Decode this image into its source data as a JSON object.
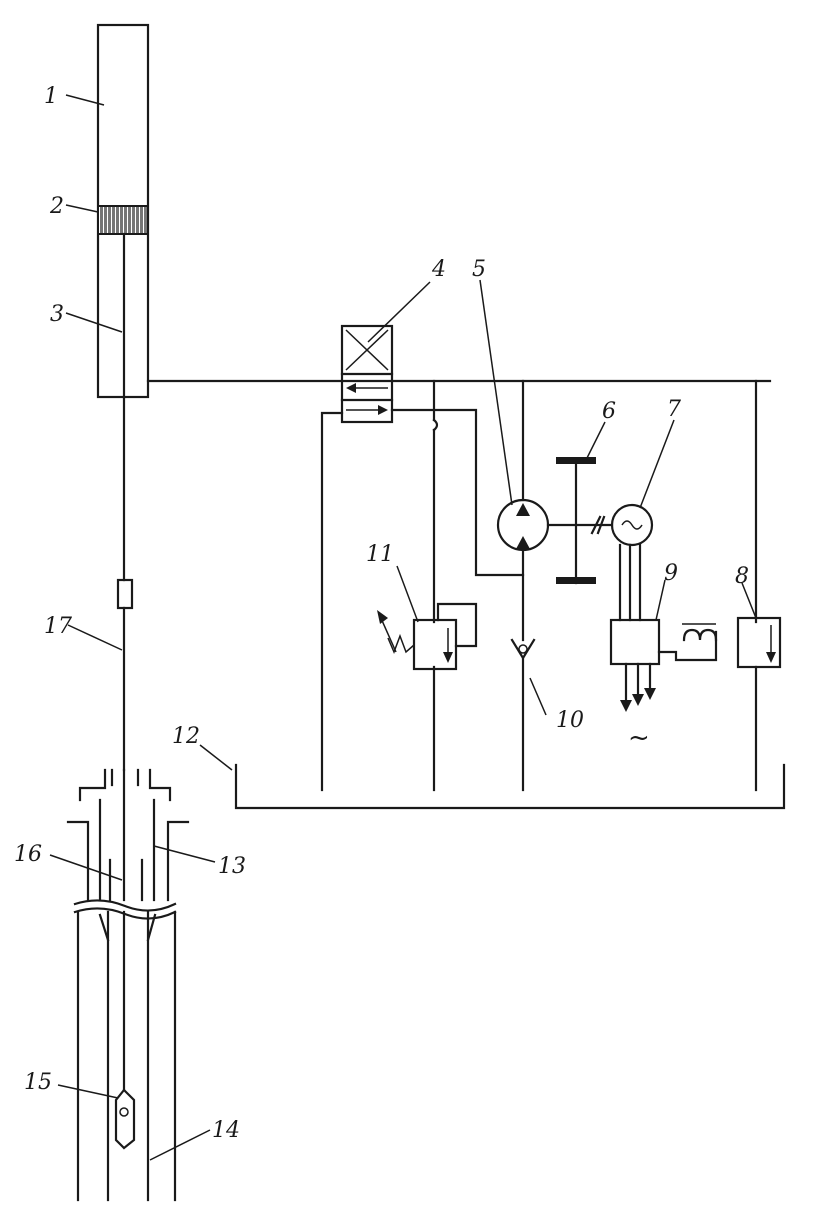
{
  "labels": {
    "l1": "1",
    "l2": "2",
    "l3": "3",
    "l4": "4",
    "l5": "5",
    "l6": "6",
    "l7": "7",
    "l8": "8",
    "l9": "9",
    "l10": "10",
    "l11": "11",
    "l12": "12",
    "l13": "13",
    "l14": "14",
    "l15": "15",
    "l16": "16",
    "l17": "17"
  },
  "symbols": {
    "ac_output": "~"
  },
  "colors": {
    "line": "#1a1a1a",
    "background": "#ffffff"
  }
}
